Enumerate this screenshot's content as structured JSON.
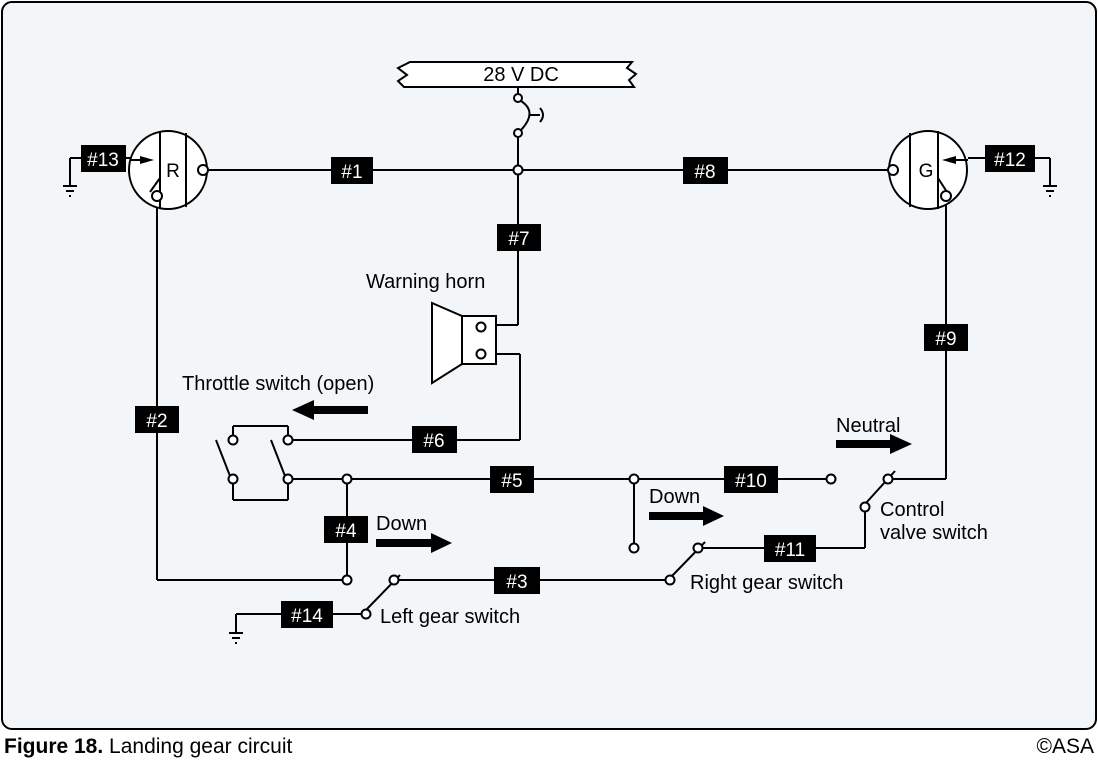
{
  "colors": {
    "panel": "#f2f6f9",
    "ink": "#000000",
    "label_text": "#ffffff"
  },
  "supply": {
    "label": "28 V DC"
  },
  "lights": {
    "red_letter": "R",
    "green_letter": "G"
  },
  "wires": {
    "w1": "#1",
    "w2": "#2",
    "w3": "#3",
    "w4": "#4",
    "w5": "#5",
    "w6": "#6",
    "w7": "#7",
    "w8": "#8",
    "w9": "#9",
    "w10": "#10",
    "w11": "#11",
    "w12": "#12",
    "w13": "#13",
    "w14": "#14"
  },
  "labels": {
    "warning_horn": "Warning horn",
    "throttle_switch": "Throttle switch (open)",
    "neutral": "Neutral",
    "down_right": "Down",
    "down_left": "Down",
    "control_valve_line1": "Control",
    "control_valve_line2": "valve switch",
    "right_gear_switch": "Right gear switch",
    "left_gear_switch": "Left gear switch"
  },
  "caption": {
    "figure_number": "Figure 18.",
    "title": "Landing gear circuit",
    "copyright": "©ASA"
  },
  "icons": [
    "ground-icon",
    "circuit-breaker-icon",
    "arrow-icon",
    "indicator-light-icon",
    "warning-horn-icon"
  ]
}
